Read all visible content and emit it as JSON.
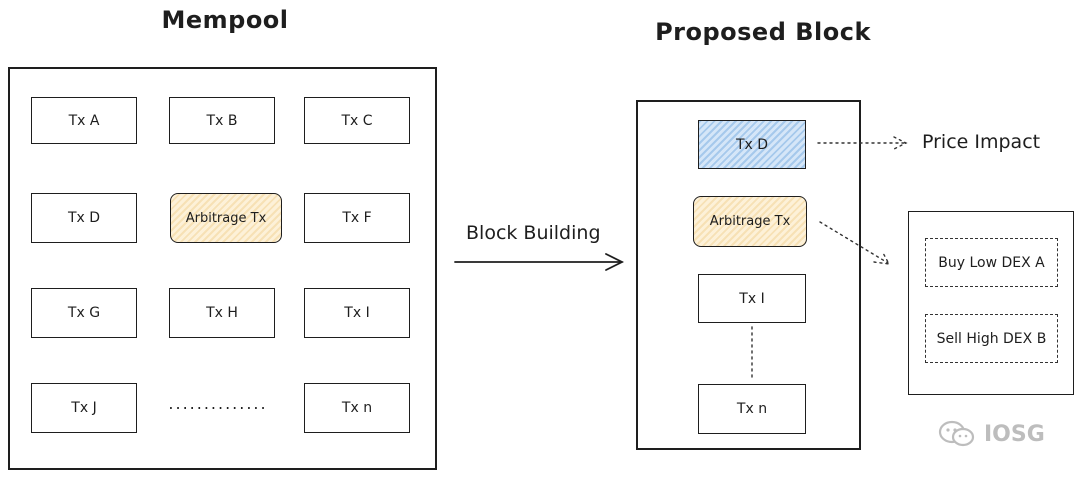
{
  "mempool": {
    "title": "Mempool",
    "items": [
      "Tx A",
      "Tx B",
      "Tx C",
      "Tx D",
      "Arbitrage Tx",
      "Tx F",
      "Tx G",
      "Tx H",
      "Tx I",
      "Tx J",
      "..............",
      "Tx n"
    ]
  },
  "arrow_label": "Block Building",
  "proposed_block": {
    "title": "Proposed Block",
    "items": [
      "Tx D",
      "Arbitrage Tx",
      "Tx I",
      "Tx n"
    ]
  },
  "price_impact_label": "Price Impact",
  "arbitrage_legs": [
    "Buy Low DEX A",
    "Sell High DEX B"
  ],
  "watermark": "IOSG",
  "colors": {
    "arbitrage_fill": "#f7e1b5",
    "txd_fill": "#a6c9ec",
    "stroke": "#1e1e1e"
  }
}
